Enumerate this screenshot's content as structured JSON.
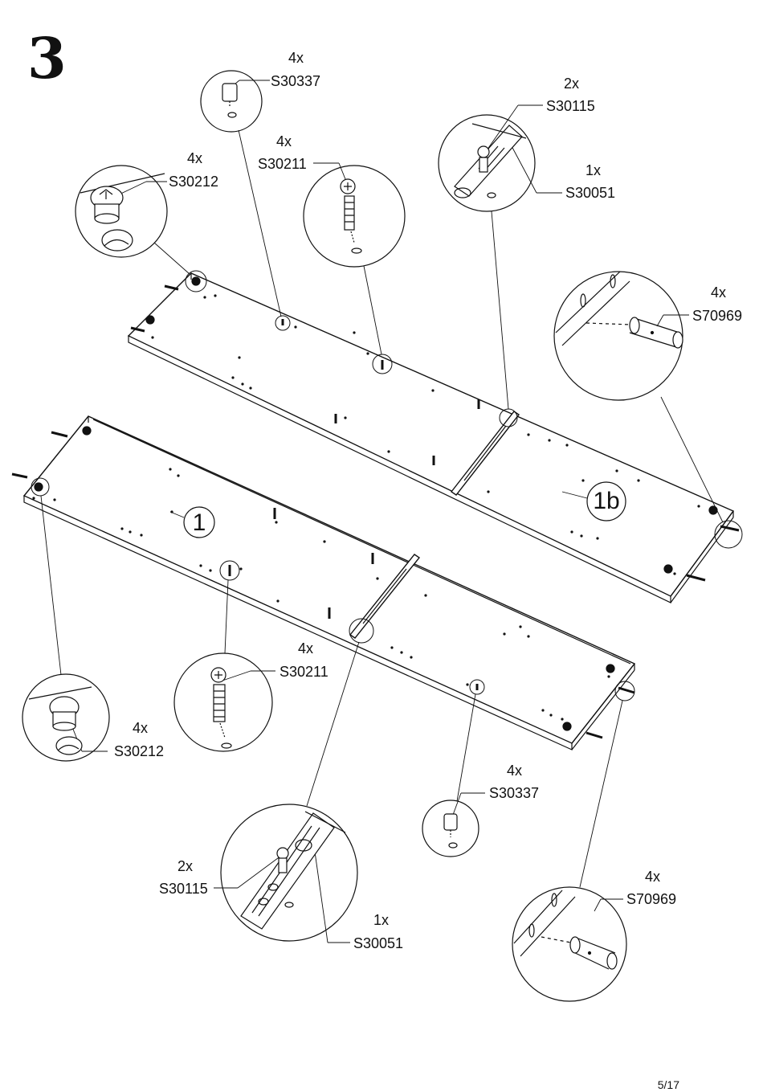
{
  "step_number": "3",
  "panels": {
    "panel_1": "1",
    "panel_1b": "1b"
  },
  "callouts": {
    "dowel_top": {
      "qty": "4x",
      "code": "S30337"
    },
    "screw_dowel_top": {
      "qty": "4x",
      "code": "S30211"
    },
    "cam_top": {
      "qty": "4x",
      "code": "S30212"
    },
    "rail_screw_top": {
      "qty": "2x",
      "code": "S30115"
    },
    "rail_top": {
      "qty": "1x",
      "code": "S30051"
    },
    "wood_dowel_top": {
      "qty": "4x",
      "code": "S70969"
    },
    "screw_dowel_bottom": {
      "qty": "4x",
      "code": "S30211"
    },
    "cam_bottom": {
      "qty": "4x",
      "code": "S30212"
    },
    "dowel_bottom": {
      "qty": "4x",
      "code": "S30337"
    },
    "rail_screw_bottom": {
      "qty": "2x",
      "code": "S30115"
    },
    "rail_bottom": {
      "qty": "1x",
      "code": "S30051"
    },
    "wood_dowel_bottom": {
      "qty": "4x",
      "code": "S70969"
    }
  },
  "page_number": "5/17"
}
